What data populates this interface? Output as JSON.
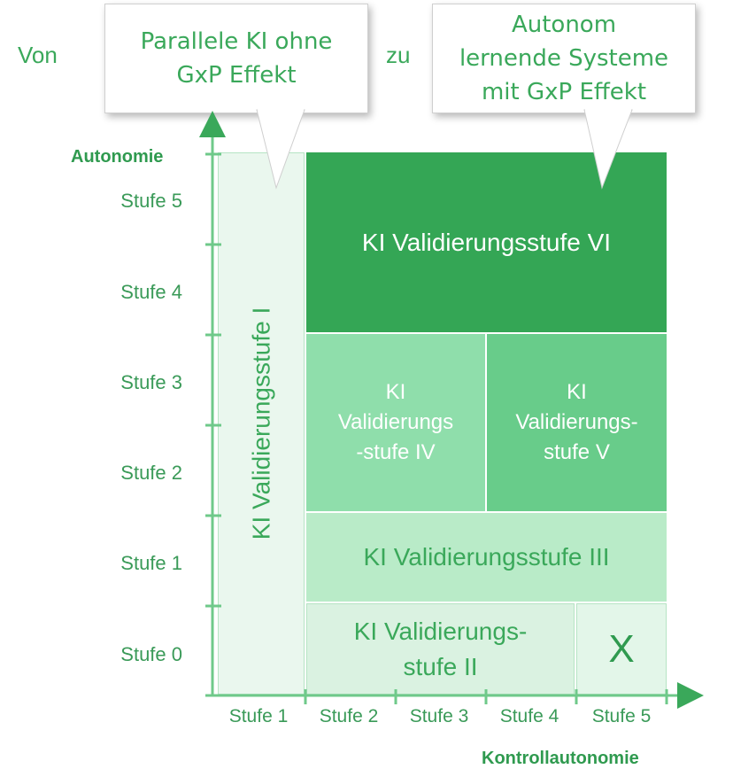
{
  "header": {
    "from_label": "Von",
    "to_label": "zu",
    "callout_left": "Parallele KI ohne\nGxP Effekt",
    "callout_right": "Autonom\nlernende Systeme\nmit GxP Effekt"
  },
  "axes": {
    "y_title": "Autonomie",
    "x_title": "Kontrollautonomie",
    "y_ticks": [
      "Stufe 5",
      "Stufe 4",
      "Stufe 3",
      "Stufe 2",
      "Stufe 1",
      "Stufe 0"
    ],
    "x_ticks": [
      "Stufe 1",
      "Stufe 2",
      "Stufe 3",
      "Stufe 4",
      "Stufe 5"
    ]
  },
  "blocks": {
    "stufe_i": "KI Validierungsstufe I",
    "stufe_ii": "KI Validierungs-\nstufe II",
    "stufe_iii": "KI Validierungsstufe III",
    "stufe_iv": "KI\nValidierungs\n-stufe IV",
    "stufe_v": "KI\nValidierungs-\nstufe V",
    "stufe_vi": "KI Validierungsstufe VI",
    "excluded": "X"
  },
  "colors": {
    "text_green": "#3aa85a",
    "stufe_i": "#eaf7ee",
    "stufe_ii": "#daf2e1",
    "stufe_iii": "#b9ebc8",
    "stufe_iv": "#8fdeab",
    "stufe_v": "#68cc8a",
    "stufe_vi": "#34a655",
    "excluded": "#e3f6e9"
  }
}
